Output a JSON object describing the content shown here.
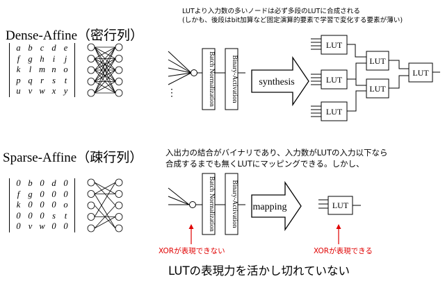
{
  "dense": {
    "title": "Dense-Affine（密行列）",
    "matrix": [
      [
        "a",
        "b",
        "c",
        "d",
        "e"
      ],
      [
        "f",
        "g",
        "h",
        "i",
        "j"
      ],
      [
        "k",
        "l",
        "m",
        "n",
        "o"
      ],
      [
        "p",
        "q",
        "r",
        "s",
        "t"
      ],
      [
        "u",
        "v",
        "w",
        "x",
        "y"
      ]
    ]
  },
  "sparse": {
    "title": "Sparse-Affine（疎行列）",
    "matrix": [
      [
        "0",
        "b",
        "0",
        "d",
        "0"
      ],
      [
        "f",
        "g",
        "0",
        "0",
        "0"
      ],
      [
        "k",
        "0",
        "0",
        "0",
        "o"
      ],
      [
        "0",
        "0",
        "0",
        "s",
        "t"
      ],
      [
        "0",
        "v",
        "w",
        "0",
        "0"
      ]
    ]
  },
  "top_note": [
    "LUTより入力数の多いノードは必ず多段のLUTに合成される",
    "(しかも、後段はbit加算など固定演算的要素で学習で変化する要素が薄い)"
  ],
  "mid_note": [
    "入出力の結合がバイナリであり、入力数がLUTの入力以下なら",
    "合成するまでも無くLUTにマッピングできる。しかし、"
  ],
  "block_labels": {
    "bn": "Batch Normalization",
    "act": "Binary-Activation"
  },
  "ellipsis": "⋮",
  "arrows": {
    "synthesis": "synthesis",
    "mapping": "mapping"
  },
  "lut_label": "LUT",
  "xor_bad": "XORが表現できない",
  "xor_good": "XORが表現できる",
  "conclusion": "LUTの表現力を活かし切れていない"
}
